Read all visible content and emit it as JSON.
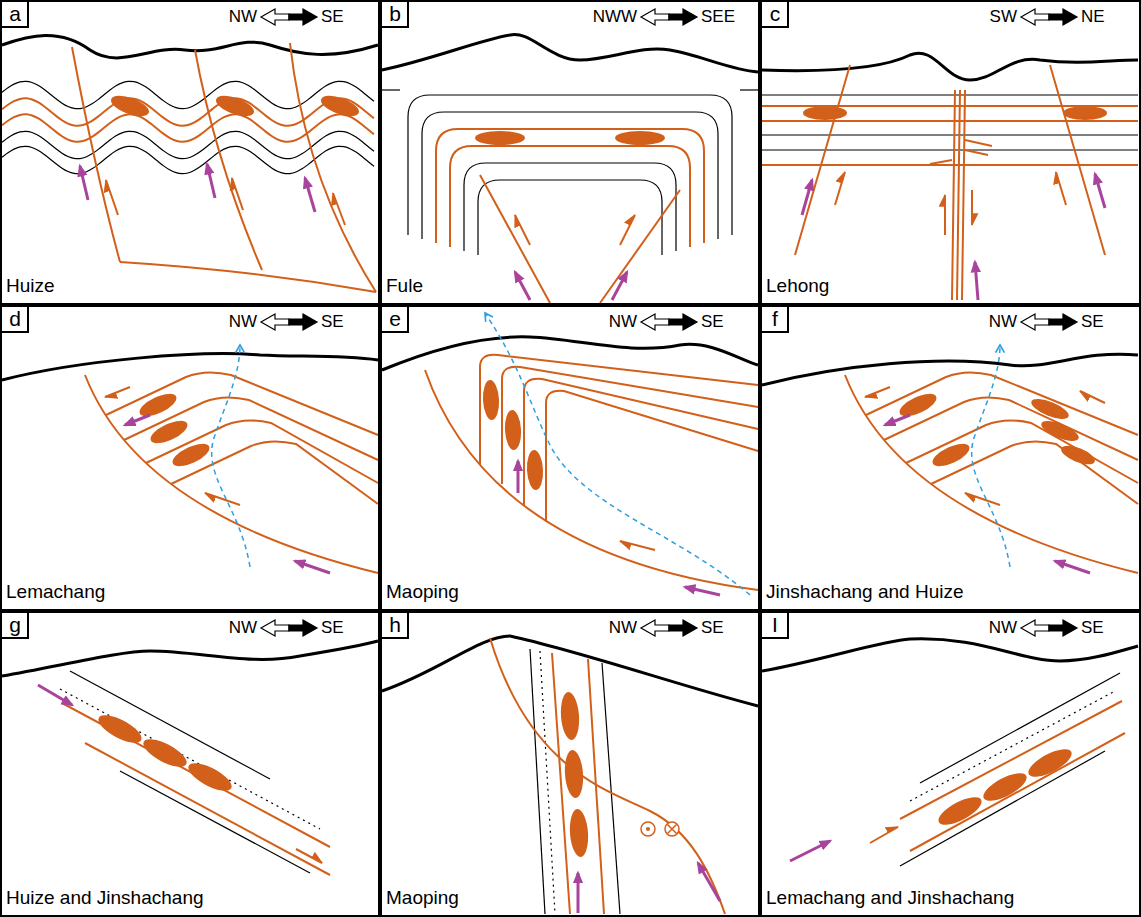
{
  "diagram": {
    "labels": [
      "a",
      "NW",
      "SE",
      "Huize",
      "b",
      "NWW",
      "SEE",
      "Fule",
      "c",
      "SW",
      "NE",
      "Lehong",
      "d",
      "NW",
      "SE",
      "Lemachang",
      "e",
      "NW",
      "SE",
      "Maoping",
      "f",
      "NW",
      "SE",
      "Jinshachang  and Huize",
      "g",
      "NW",
      "SE",
      "Huize and Jinshachang",
      "h",
      "NW",
      "SE",
      "Maoping",
      "I",
      "NW",
      "SE",
      "Lemachang and Jinshachang"
    ]
  }
}
